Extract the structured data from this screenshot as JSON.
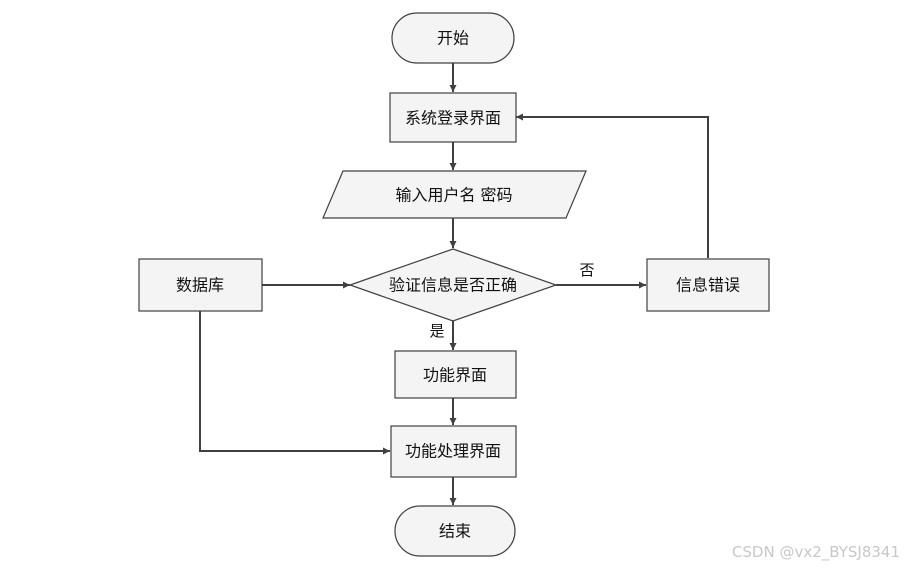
{
  "nodes": {
    "start": "开始",
    "login": "系统登录界面",
    "input": "输入用户名 密码",
    "verify": "验证信息是否正确",
    "database": "数据库",
    "error": "信息错误",
    "function": "功能界面",
    "process": "功能处理界面",
    "end": "结束"
  },
  "edges": {
    "no": "否",
    "yes": "是"
  },
  "watermark": "CSDN @vx2_BYSJ8341"
}
